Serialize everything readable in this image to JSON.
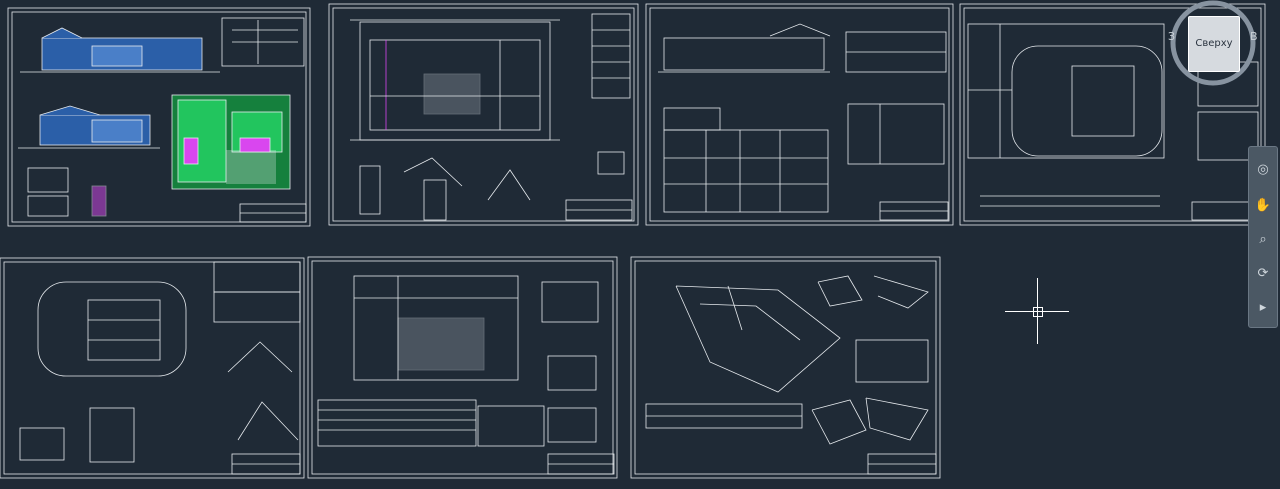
{
  "viewcube": {
    "top_label": "Сверху",
    "west_label": "З",
    "east_label": "В"
  },
  "navbar": {
    "items": [
      "steering-wheel",
      "pan",
      "zoom",
      "orbit",
      "showmotion"
    ]
  },
  "colors": {
    "background": "#1f2a36",
    "sheet_border": "#d8dde2",
    "line": "#e6eaee",
    "facade_blue": "#2b5fa8",
    "green": "#22c55e",
    "magenta": "#d946ef"
  }
}
